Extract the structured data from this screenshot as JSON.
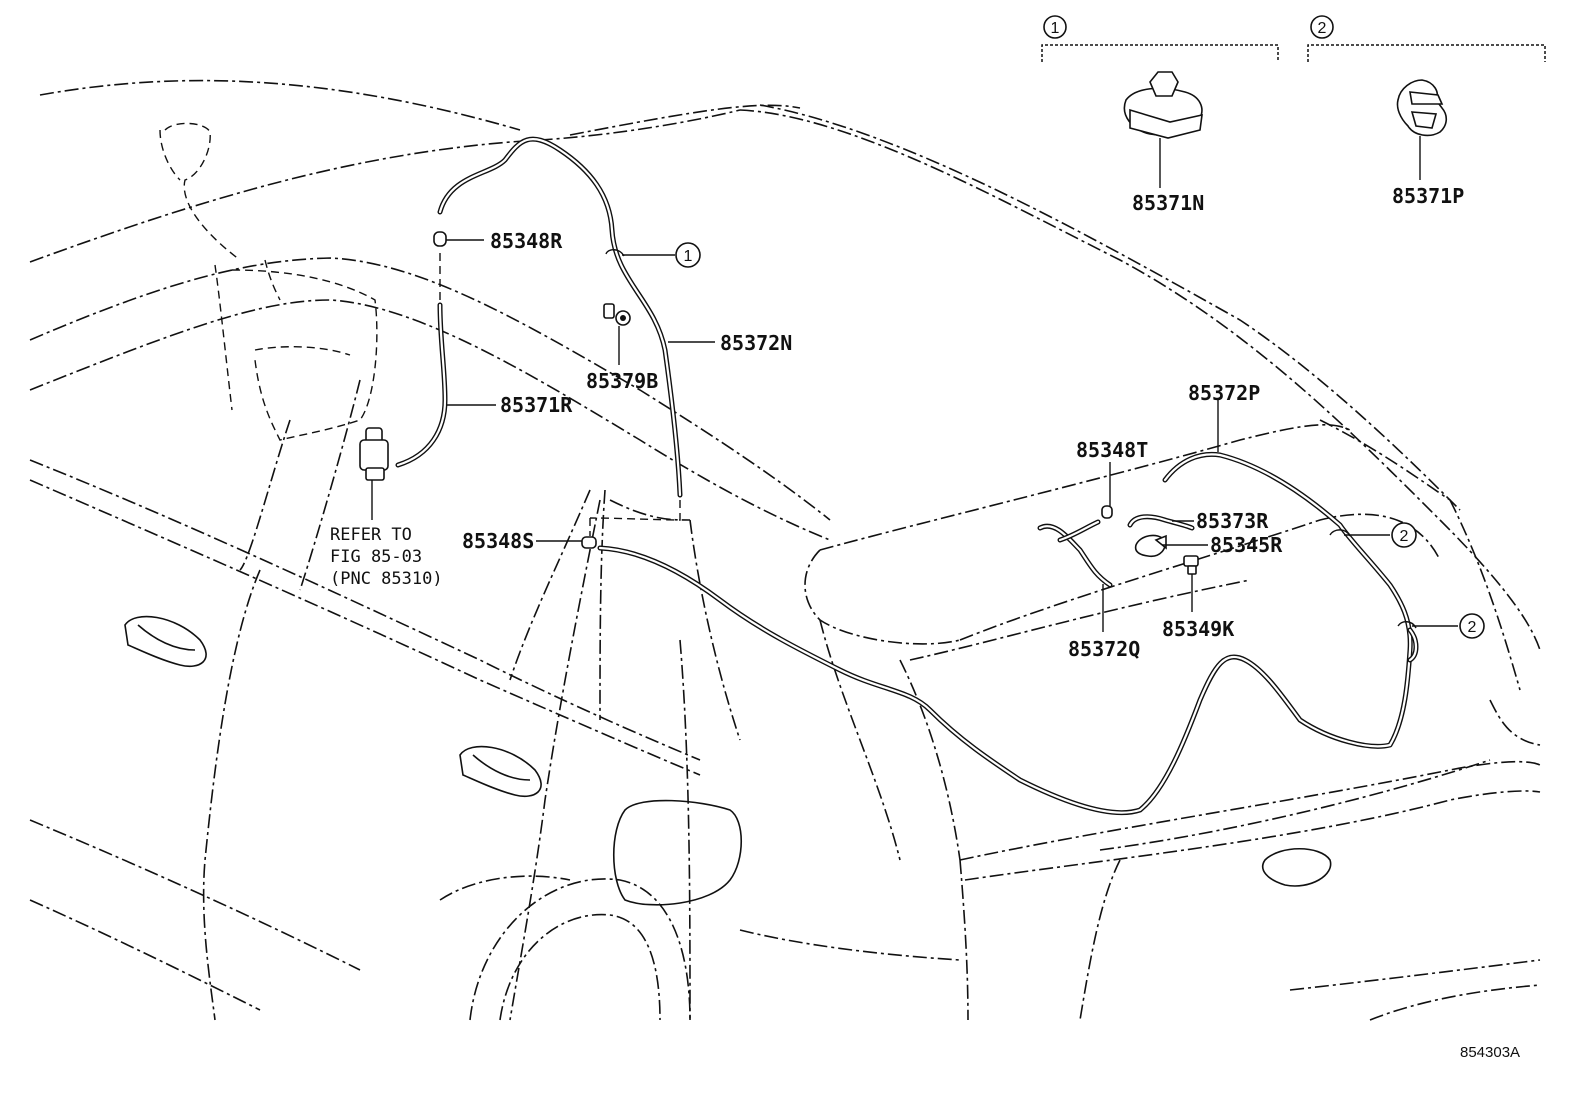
{
  "diagram": {
    "figure_number": "854303A",
    "refer_note": [
      "REFER TO",
      "FIG 85-03",
      "(PNC 85310)"
    ],
    "callouts": [
      {
        "id": "85348R",
        "label": "85348R"
      },
      {
        "id": "85372N",
        "label": "85372N"
      },
      {
        "id": "85379B",
        "label": "85379B"
      },
      {
        "id": "85371R",
        "label": "85371R"
      },
      {
        "id": "85348S",
        "label": "85348S"
      },
      {
        "id": "85372P",
        "label": "85372P"
      },
      {
        "id": "85348T",
        "label": "85348T"
      },
      {
        "id": "85373R",
        "label": "85373R"
      },
      {
        "id": "85345R",
        "label": "85345R"
      },
      {
        "id": "85349K",
        "label": "85349K"
      },
      {
        "id": "85372Q",
        "label": "85372Q"
      }
    ],
    "clip_groups": [
      {
        "marker": "1",
        "part_label": "85371N"
      },
      {
        "marker": "2",
        "part_label": "85371P"
      }
    ],
    "clip_markers": [
      {
        "marker": "1"
      },
      {
        "marker": "2"
      },
      {
        "marker": "2"
      }
    ]
  }
}
